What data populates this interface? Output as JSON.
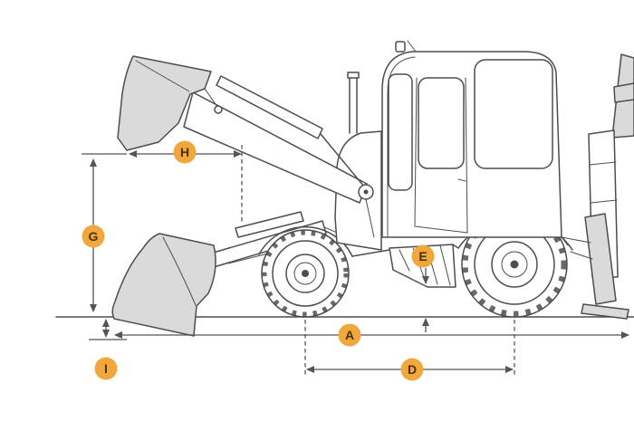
{
  "diagram": {
    "subject": "Backhoe loader side-view dimension diagram",
    "dimension_letters": [
      "A",
      "D",
      "E",
      "G",
      "H",
      "I"
    ]
  },
  "labels": {
    "A": "A",
    "D": "D",
    "E": "E",
    "G": "G",
    "H": "H",
    "I": "I"
  },
  "colors": {
    "label_bg": "#F0A73C",
    "label_text": "#4A3200",
    "line": "#4D4D4D",
    "shade": "#DADADA",
    "background": "#FFFFFF"
  }
}
